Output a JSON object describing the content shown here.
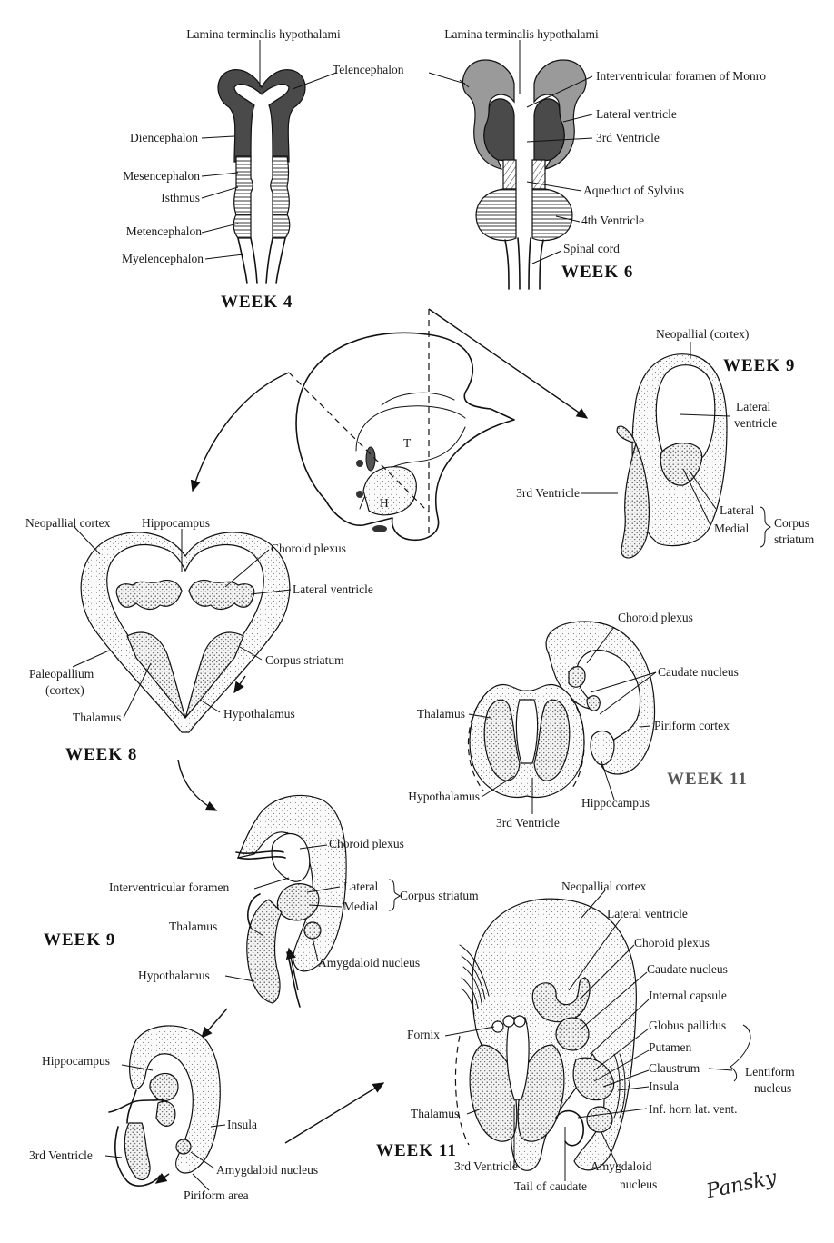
{
  "week4": {
    "title": "WEEK 4",
    "labels": {
      "lamina": "Lamina terminalis hypothalami",
      "telencephalon": "Telencephalon",
      "diencephalon": "Diencephalon",
      "mesencephalon": "Mesencephalon",
      "isthmus": "Isthmus",
      "metencephalon": "Metencephalon",
      "myelencephalon": "Myelencephalon"
    }
  },
  "week6": {
    "title": "WEEK 6",
    "labels": {
      "lamina": "Lamina terminalis hypothalami",
      "foramen": "Interventricular foramen of Monro",
      "lateral_ventricle": "Lateral ventricle",
      "third_ventricle": "3rd Ventricle",
      "aqueduct": "Aqueduct of Sylvius",
      "fourth_ventricle": "4th Ventricle",
      "spinal_cord": "Spinal cord"
    }
  },
  "embryo_head": {
    "labels": {
      "t": "T",
      "h": "H"
    }
  },
  "week9_top": {
    "title": "WEEK 9",
    "labels": {
      "neopallial": "Neopallial (cortex)",
      "lateral_ventricle_1": "Lateral",
      "lateral_ventricle_2": "ventricle",
      "third_ventricle": "3rd Ventricle",
      "lateral": "Lateral",
      "medial": "Medial",
      "corpus_1": "Corpus",
      "corpus_2": "striatum"
    }
  },
  "week8": {
    "title": "WEEK 8",
    "labels": {
      "neopallial_cortex": "Neopallial cortex",
      "hippocampus": "Hippocampus",
      "choroid_plexus": "Choroid plexus",
      "lateral_ventricle": "Lateral ventricle",
      "corpus_striatum": "Corpus striatum",
      "paleopallium_1": "Paleopallium",
      "paleopallium_2": "(cortex)",
      "thalamus": "Thalamus",
      "hypothalamus": "Hypothalamus"
    }
  },
  "week11_mid": {
    "title": "WEEK 11",
    "labels": {
      "choroid_plexus": "Choroid plexus",
      "caudate_nucleus": "Caudate nucleus",
      "thalamus": "Thalamus",
      "piriform_cortex": "Piriform cortex",
      "hypothalamus": "Hypothalamus",
      "hippocampus": "Hippocampus",
      "third_ventricle": "3rd Ventricle"
    }
  },
  "week9_mid": {
    "title": "WEEK 9",
    "labels": {
      "choroid_plexus": "Choroid plexus",
      "interventricular_foramen": "Interventricular foramen",
      "lateral": "Lateral",
      "medial": "Medial",
      "corpus_striatum": "Corpus striatum",
      "thalamus": "Thalamus",
      "amygdaloid": "Amygdaloid nucleus",
      "hypothalamus": "Hypothalamus"
    }
  },
  "week9_bottom": {
    "labels": {
      "hippocampus": "Hippocampus",
      "insula": "Insula",
      "third_ventricle": "3rd Ventricle",
      "amygdaloid": "Amygdaloid nucleus",
      "piriform_area": "Piriform area"
    }
  },
  "week11_bottom": {
    "title": "WEEK 11",
    "labels": {
      "neopallial_cortex": "Neopallial cortex",
      "lateral_ventricle": "Lateral ventricle",
      "choroid_plexus": "Choroid plexus",
      "caudate_nucleus": "Caudate nucleus",
      "internal_capsule": "Internal capsule",
      "globus_pallidus": "Globus pallidus",
      "putamen": "Putamen",
      "claustrum": "Claustrum",
      "lentiform_1": "Lentiform",
      "lentiform_2": "nucleus",
      "insula": "Insula",
      "inf_horn": "Inf. horn lat. vent.",
      "fornix": "Fornix",
      "thalamus": "Thalamus",
      "third_ventricle": "3rd Ventricle",
      "tail_of_caudate": "Tail of caudate",
      "amygdaloid_1": "Amygdaloid",
      "amygdaloid_2": "nucleus"
    }
  },
  "signature": "Pansky"
}
